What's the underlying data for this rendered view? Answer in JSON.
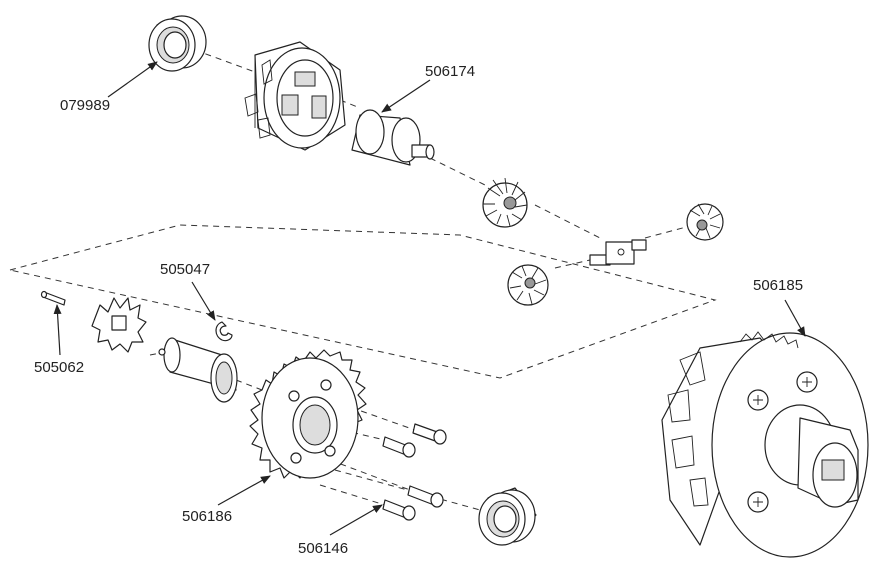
{
  "callouts": {
    "bearing_top": "079989",
    "diff_cup": "506174",
    "ring_clip": "505047",
    "diff_pin": "505062",
    "diff_assembly": "506185",
    "ring_gear": "506186",
    "screws": "506146"
  },
  "colors": {
    "line": "#222222",
    "shade": "#dddddd",
    "background": "#ffffff"
  }
}
